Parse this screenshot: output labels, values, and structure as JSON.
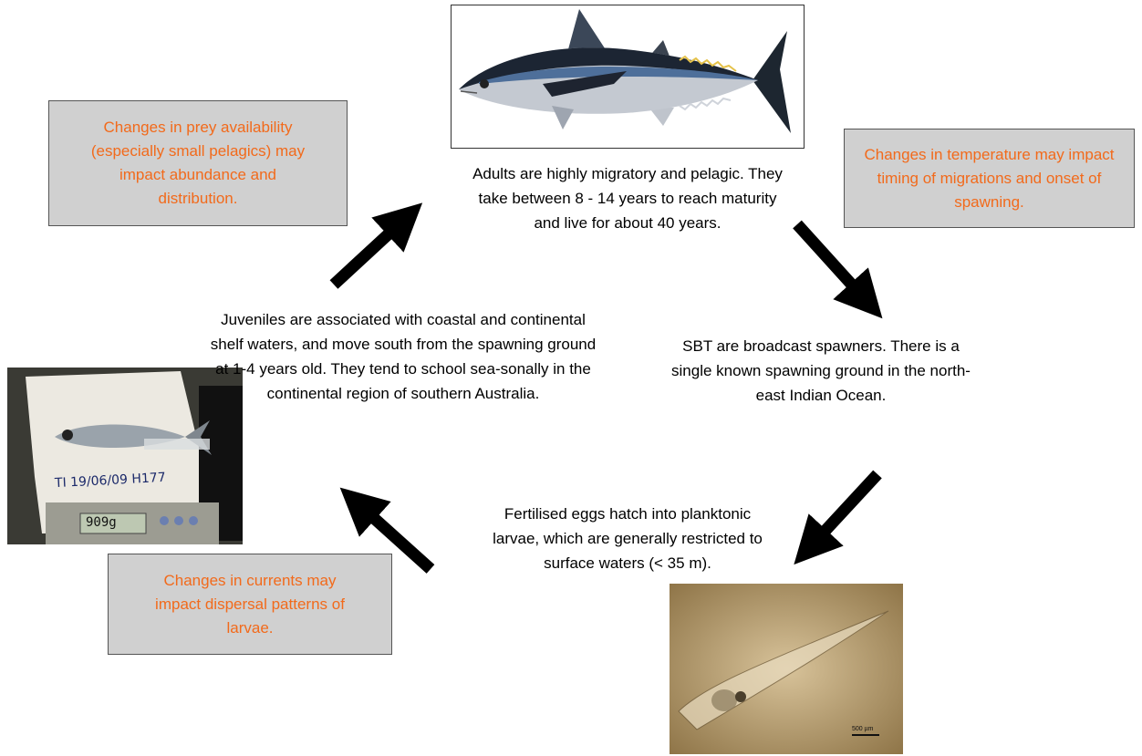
{
  "stages": {
    "adults": "Adults are highly migratory and pelagic. They take between 8 - 14 years to reach maturity and live for about 40 years.",
    "spawning": "SBT are broadcast spawners. There is a single known spawning ground in the north-east Indian Ocean.",
    "larvae": "Fertilised eggs hatch into planktonic larvae, which are generally restricted to surface waters (< 35 m).",
    "juveniles": "Juveniles are associated with coastal and continental shelf waters, and move south from the spawning ground at 1-4 years old. They tend to school sea-sonally in the continental region of southern Australia."
  },
  "impacts": {
    "prey": "Changes in prey availability (especially small pelagics) may impact abundance and distribution.",
    "temperature": "Changes in temperature may impact timing of migrations and onset of spawning.",
    "currents": "Changes in currents may impact dispersal patterns of larvae."
  },
  "photos": {
    "juvenile_label": "TI 19/06/09 H177",
    "scale_display": "909g",
    "scale_bar": "500 µm"
  },
  "colors": {
    "impact_text": "#f26a1b",
    "impact_box": "#d0d0d0",
    "arrow": "#000000"
  }
}
